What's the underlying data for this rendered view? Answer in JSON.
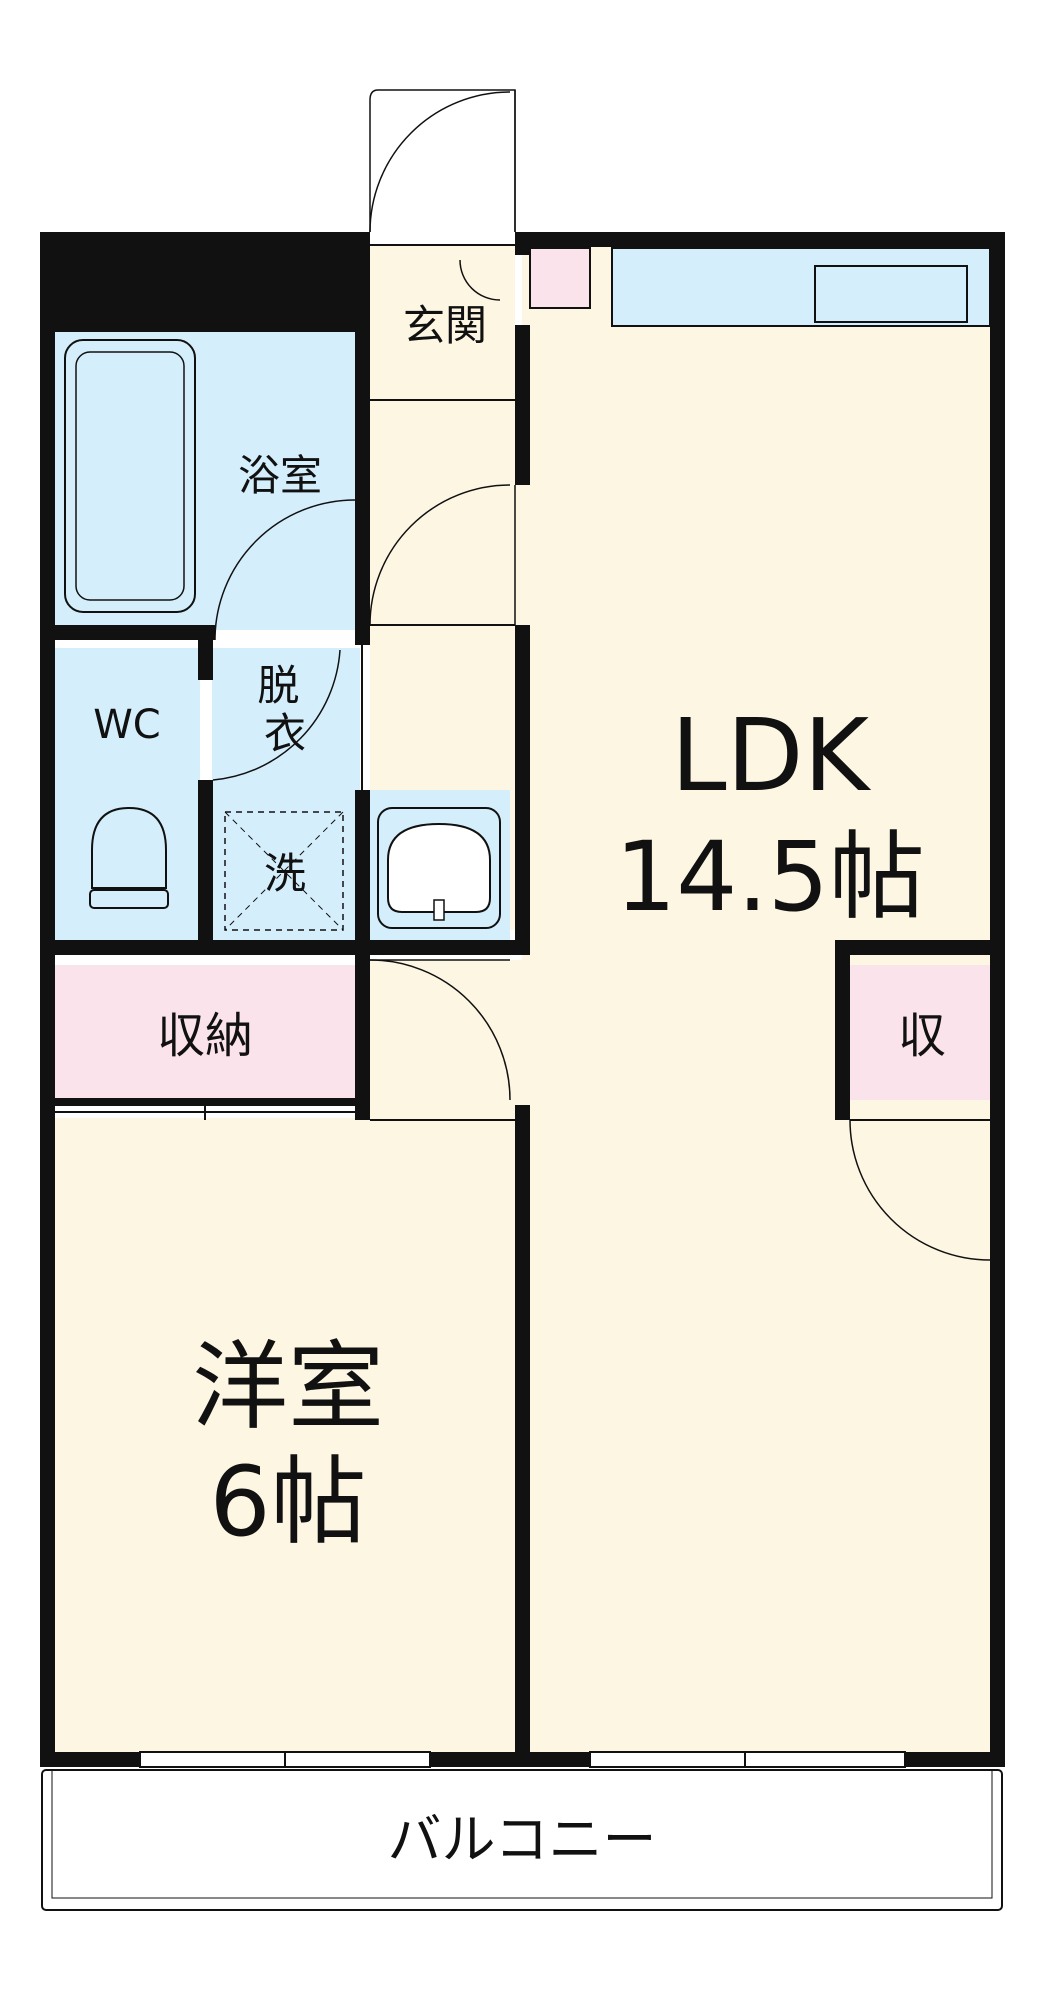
{
  "colors": {
    "wall": "#111111",
    "room_floor": "#fdf6e3",
    "wet_area": "#d4effb",
    "storage": "#fbe3ec",
    "background": "#ffffff"
  },
  "rooms": {
    "entrance": "玄関",
    "bathroom": "浴室",
    "wc": "WC",
    "dressing": "脱衣",
    "washer": "洗",
    "storage_left": "収納",
    "storage_right": "収",
    "ldk_name": "LDK",
    "ldk_size": "14.5帖",
    "western_name": "洋室",
    "western_size": "6帖",
    "balcony": "バルコニー"
  }
}
